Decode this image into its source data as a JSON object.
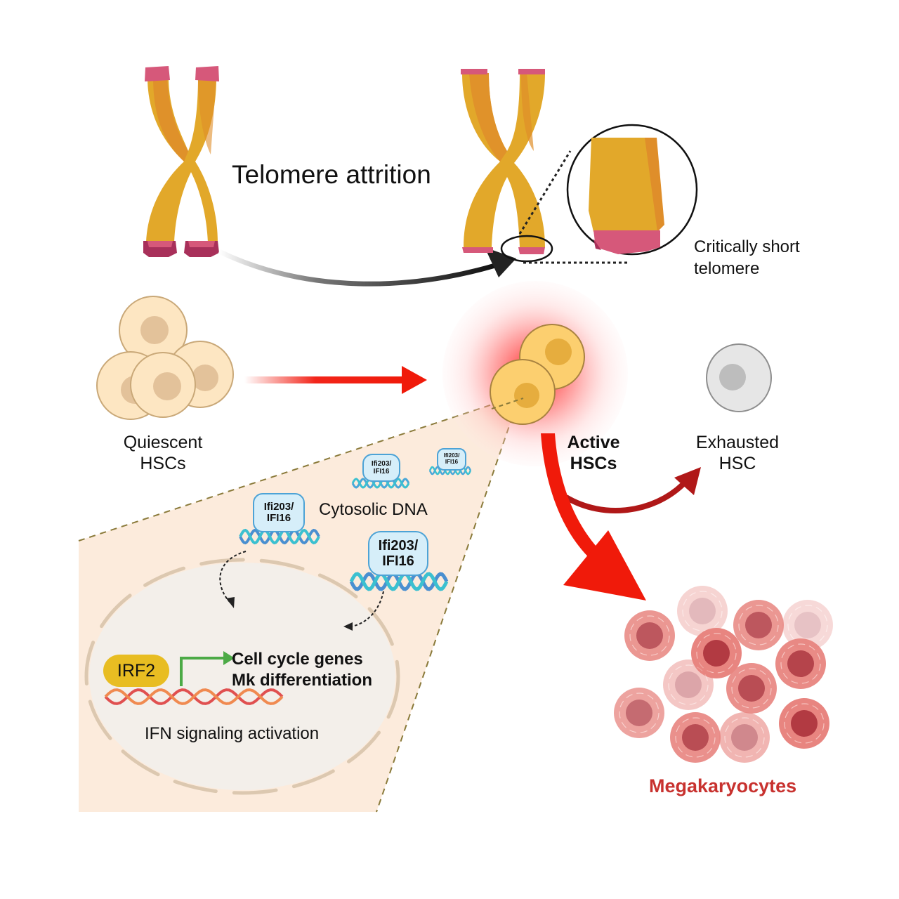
{
  "title": "Telomere attrition",
  "zoom_callout": "Critically short telomere",
  "zoom_callout_lines": [
    "Critically short",
    "telomere"
  ],
  "cells": {
    "quiescent": {
      "line1": "Quiescent",
      "line2": "HSCs"
    },
    "active": {
      "line1": "Active",
      "line2": "HSCs"
    },
    "exhausted": {
      "line1": "Exhausted",
      "line2": "HSC"
    },
    "megakaryocytes": "Megakaryocytes"
  },
  "inset": {
    "cytosolic_label": "Cytosolic DNA",
    "sensor_proteins": [
      {
        "line1": "Ifi203/",
        "line2": "IFI16"
      },
      {
        "line1": "Ifi203/",
        "line2": "IFI16"
      },
      {
        "line1": "Ifi203/",
        "line2": "IFI16"
      },
      {
        "line1": "Ifi203/",
        "line2": "IFI16"
      }
    ],
    "transcription_factor": "IRF2",
    "target_genes": [
      "Cell cycle genes",
      "Mk differentiation"
    ],
    "nucleus_label": "IFN signaling activation"
  },
  "colors": {
    "chromosome": "#e2a82a",
    "chromosome_shade": "#df8e2a",
    "telomere": "#d6587a",
    "telomere_dark": "#a8305a",
    "quiescent_cell": "#fde6c2",
    "active_cell": "#fccf6f",
    "exhausted_cell": "#e4e4e4",
    "arrow_red": "#f01a0a",
    "arrow_darkred": "#b01818",
    "inset_bg": "#fcebdc",
    "nucleus_bg": "#f3efea",
    "promoter_arrow": "#4caa46",
    "megakaryocyte": "#e07070",
    "megakaryocyte_label": "#c8322f"
  }
}
